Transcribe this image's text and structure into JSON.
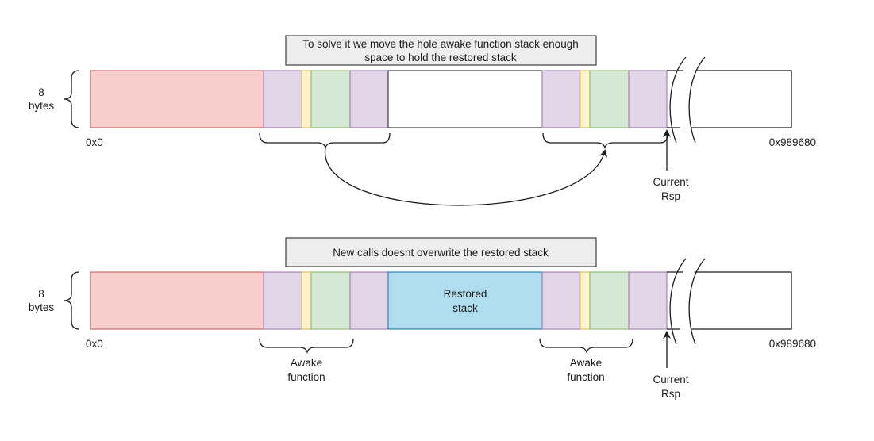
{
  "colors": {
    "red": "#f8cecc",
    "red_border": "#b85450",
    "purple": "#e1d5e7",
    "purple_border": "#9673a6",
    "yellow": "#fff2cc",
    "yellow_border": "#d6b656",
    "green": "#d5e8d4",
    "green_border": "#82b366",
    "blue": "#b1ddf0",
    "blue_border": "#10739e",
    "white": "#ffffff",
    "stroke": "#1a1a1a",
    "caption_fill": "#eeeeee"
  },
  "top": {
    "caption_line1": "To solve it we move the hole awake function stack enough",
    "caption_line2": "space to hold the restored stack",
    "size_label_line1": "8",
    "size_label_line2": "bytes",
    "start_addr": "0x0",
    "end_addr": "0x989680",
    "rsp_line1": "Current",
    "rsp_line2": "Rsp"
  },
  "bottom": {
    "caption": "New calls doesnt overwrite the restored stack",
    "size_label_line1": "8",
    "size_label_line2": "bytes",
    "restored_line1": "Restored",
    "restored_line2": "stack",
    "awake_left_line1": "Awake",
    "awake_left_line2": "function",
    "awake_right_line1": "Awake",
    "awake_right_line2": "function",
    "start_addr": "0x0",
    "end_addr": "0x989680",
    "rsp_line1": "Current",
    "rsp_line2": "Rsp"
  }
}
